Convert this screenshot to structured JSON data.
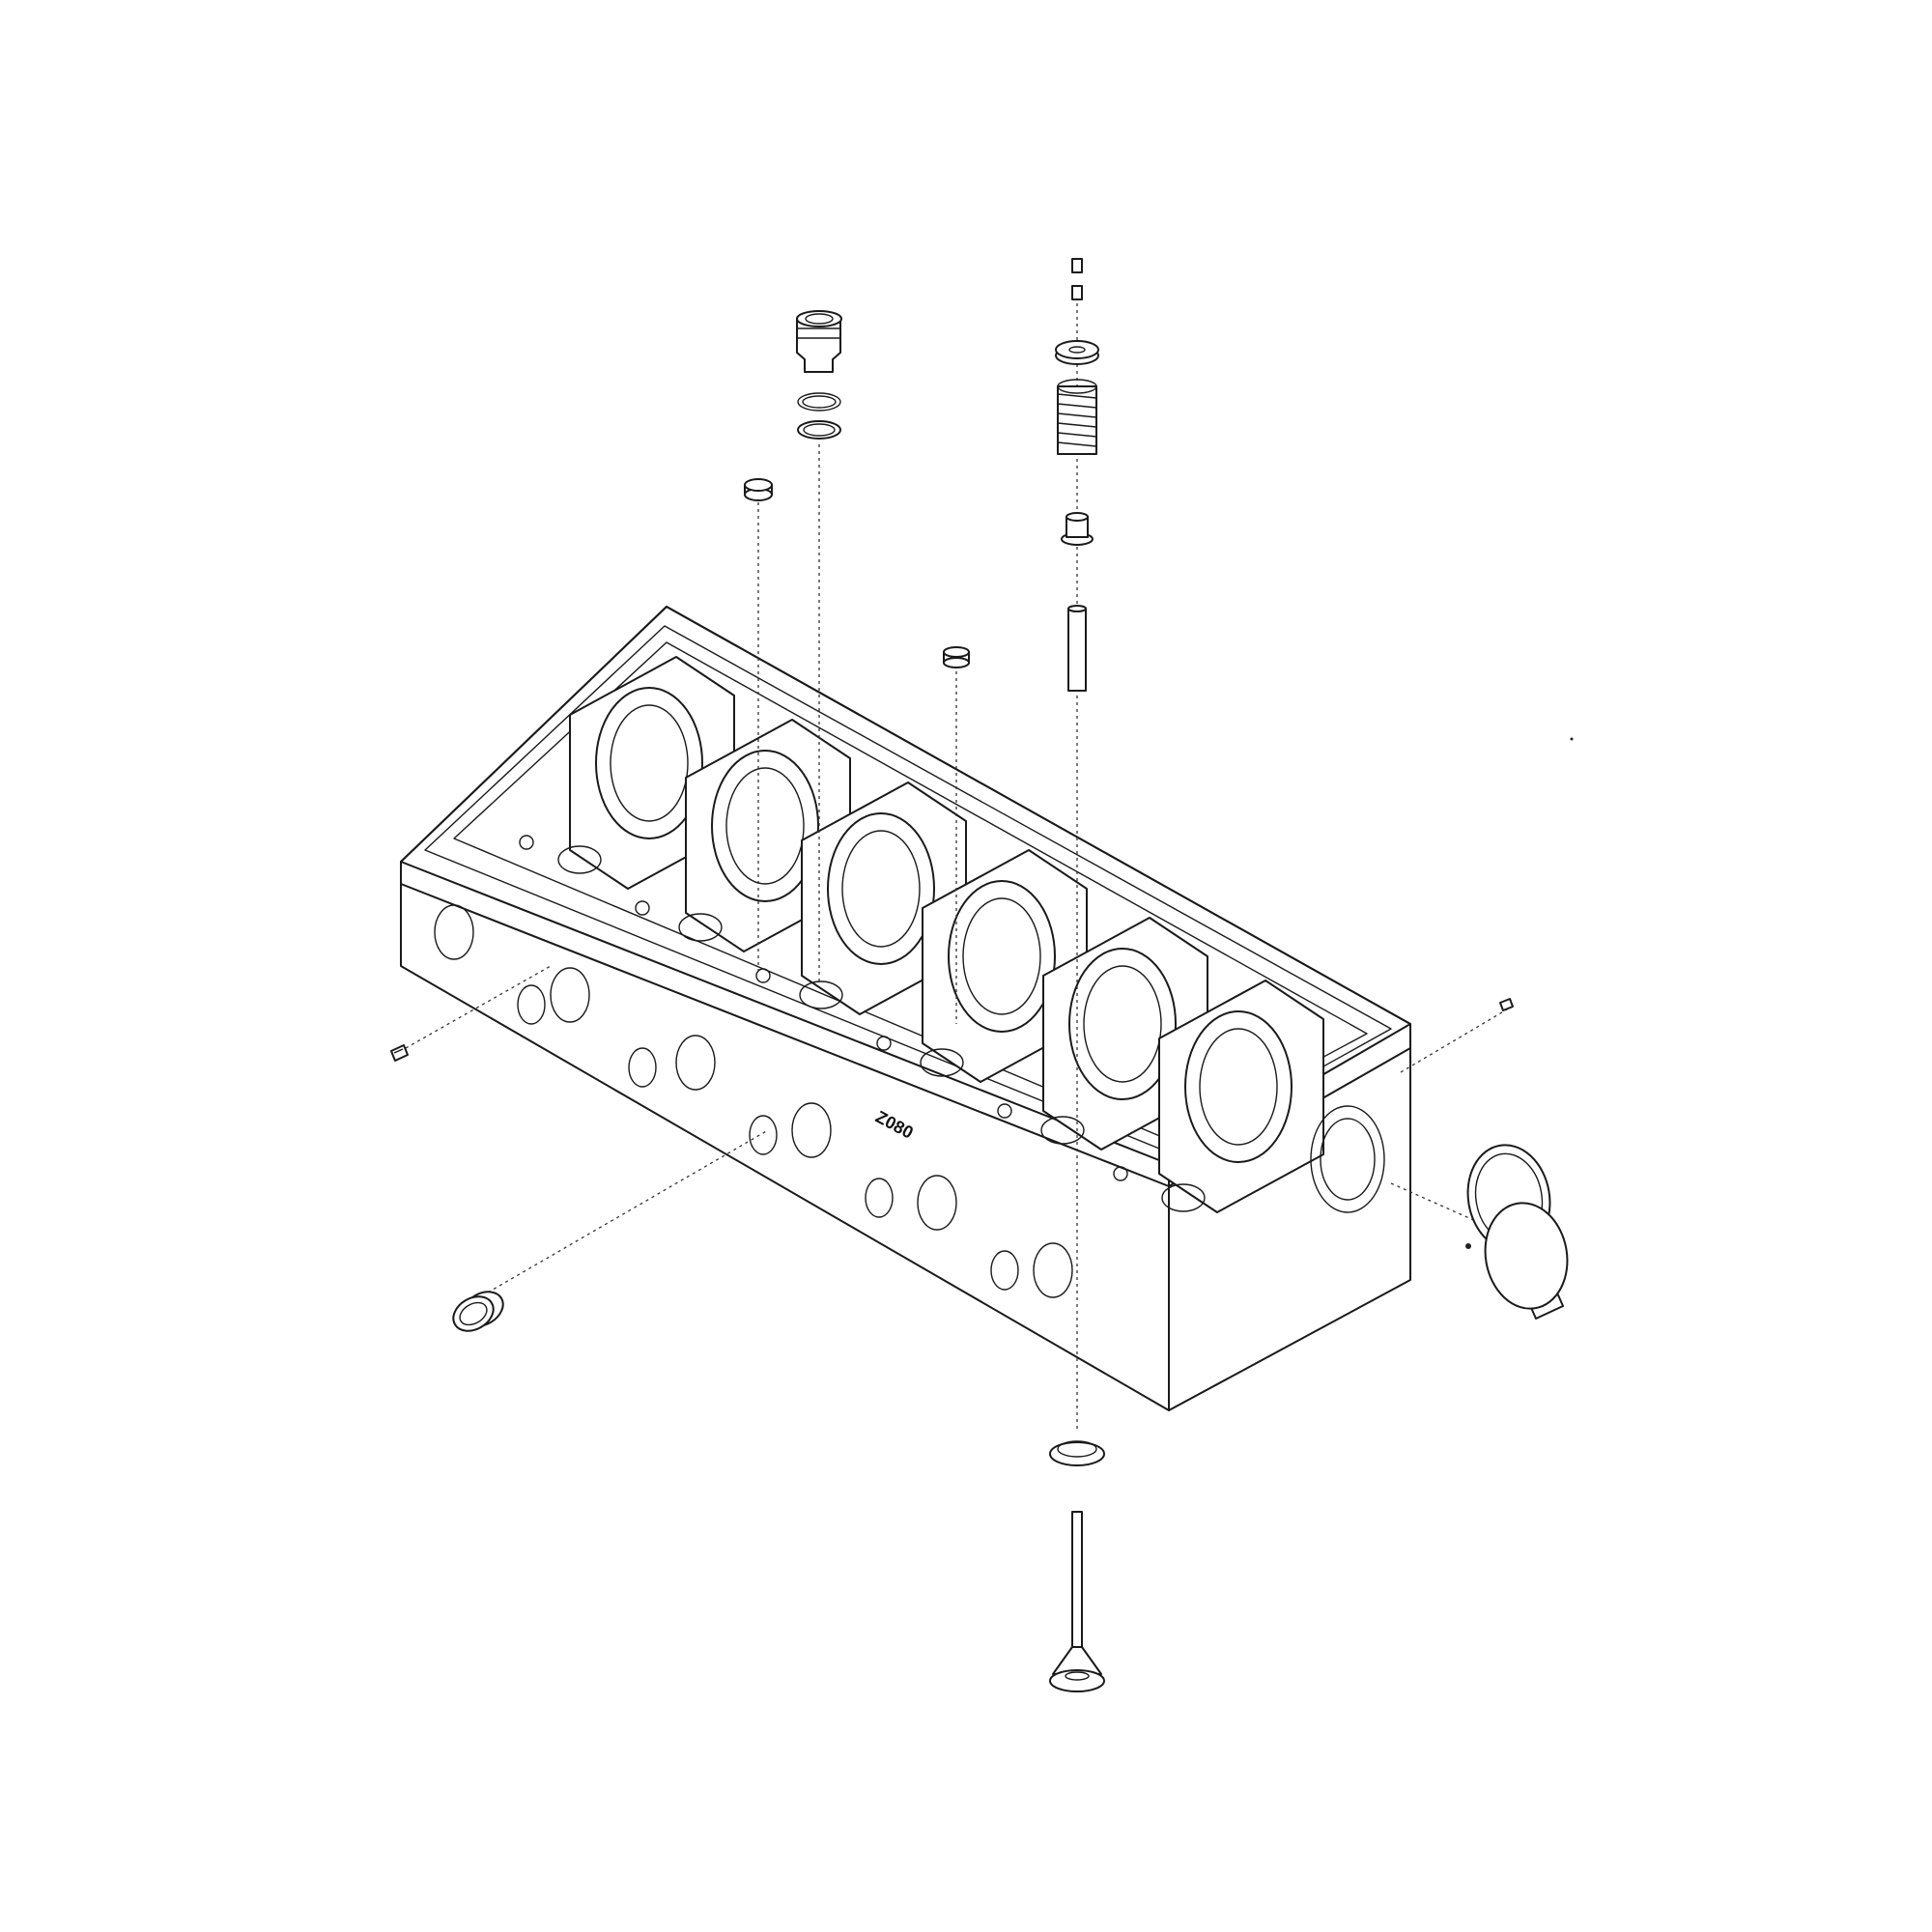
{
  "diagram": {
    "engraved_marking": "Z080",
    "parts": [
      "cylinder-head",
      "valve-cotter-upper",
      "valve-cotter-lower",
      "spring-retainer",
      "valve-spring",
      "valve-stem-seal",
      "valve-guide",
      "valve-seat-insert",
      "valve",
      "injector-sleeve",
      "injector-sleeve-o-ring-upper",
      "injector-sleeve-o-ring-lower",
      "cup-plug-left",
      "cup-plug-center",
      "side-plug",
      "cam-bushing",
      "screw-plug-left",
      "screw-plug-right"
    ]
  }
}
